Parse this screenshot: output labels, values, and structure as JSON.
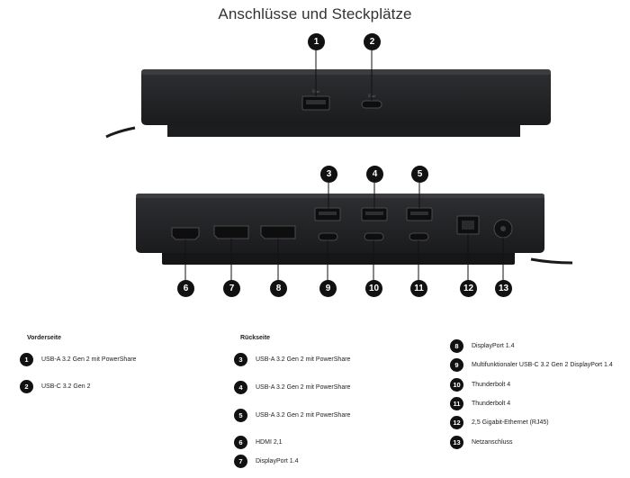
{
  "title": "Anschlüsse und Steckplätze",
  "front": {
    "heading": "Vorderseite",
    "items": [
      {
        "num": "1",
        "label": "USB-A 3.2 Gen 2 mit PowerShare"
      },
      {
        "num": "2",
        "label": "USB-C 3.2 Gen 2"
      }
    ]
  },
  "rear": {
    "heading": "Rückseite",
    "items": [
      {
        "num": "3",
        "label": "USB-A 3.2 Gen 2 mit PowerShare"
      },
      {
        "num": "4",
        "label": "USB-A 3.2 Gen 2 mit PowerShare"
      },
      {
        "num": "5",
        "label": "USB-A 3.2 Gen 2 mit PowerShare"
      },
      {
        "num": "6",
        "label": "HDMI 2,1"
      },
      {
        "num": "7",
        "label": "DisplayPort 1.4"
      }
    ],
    "items2": [
      {
        "num": "8",
        "label": "DisplayPort 1.4"
      },
      {
        "num": "9",
        "label": "Multifunktionaler USB-C 3.2 Gen 2 DisplayPort 1.4"
      },
      {
        "num": "10",
        "label": "Thunderbolt 4"
      },
      {
        "num": "11",
        "label": "Thunderbolt 4"
      },
      {
        "num": "12",
        "label": "2,5 Gigabit-Ethernet (RJ45)"
      },
      {
        "num": "13",
        "label": "Netzanschluss"
      }
    ]
  },
  "colors": {
    "dock_body": "#1e1f21",
    "dock_face": "#2a2b2e",
    "badge": "#111111"
  }
}
